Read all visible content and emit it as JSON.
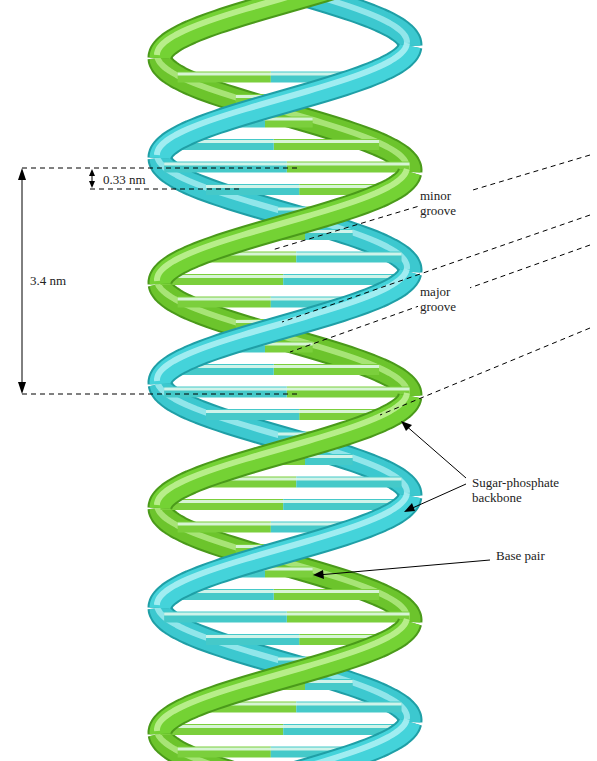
{
  "diagram": {
    "labels": [
      "0.33 nm",
      "3.4 nm",
      "minor groove",
      "major groove",
      "Sugar-phosphate backbone",
      "Base pair"
    ]
  }
}
